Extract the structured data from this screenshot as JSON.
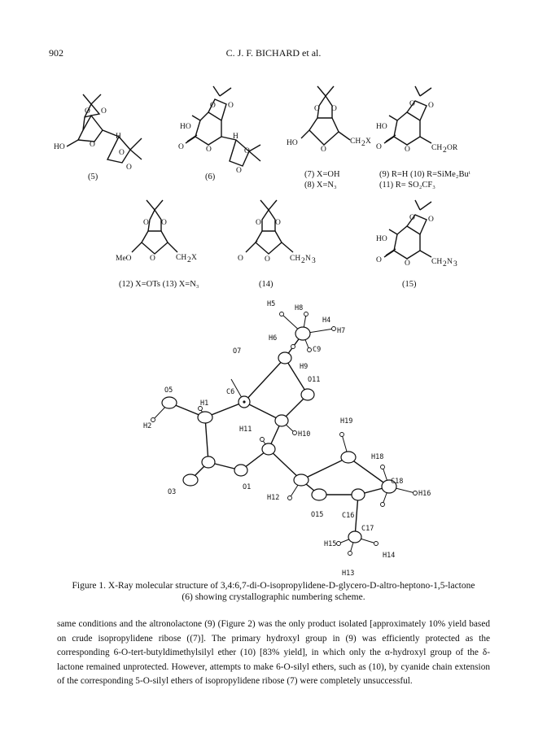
{
  "header": {
    "page_number": "902",
    "running_head": "C. J. F. BICHARD et al."
  },
  "structures": [
    {
      "label": "(5)"
    },
    {
      "label": "(6)"
    },
    {
      "label": "(7) X=OH",
      "label2": "(8) X=N₃"
    },
    {
      "label": "(9) R=H (10) R=SiMe₂Buᵗ",
      "label2": "(11) R= SO₂CF₃"
    },
    {
      "label": "(12) X=OTs (13) X=N₃"
    },
    {
      "label": "(14)"
    },
    {
      "label": "(15)"
    }
  ],
  "xray_labels": [
    "H5",
    "H8",
    "H4",
    "H7",
    "H6",
    "C9",
    "O7",
    "H9",
    "O11",
    "O5",
    "C6",
    "H1",
    "H19",
    "H2",
    "H11",
    "H10",
    "H18",
    "C18",
    "O3",
    "O1",
    "H12",
    "H16",
    "O15",
    "C16",
    "C17",
    "H15",
    "H14",
    "H13"
  ],
  "figure": {
    "caption_line1": "Figure 1. X-Ray molecular structure of 3,4:6,7-di-O-isopropylidene-D-glycero-D-altro-heptono-1,5-lactone",
    "caption_line2": "(6) showing crystallographic numbering scheme."
  },
  "body_text": "same conditions and the altronolactone (9) (Figure 2) was the only product isolated [approximately 10% yield based on crude isopropylidene ribose ((7)]. The primary hydroxyl group in (9) was efficiently protected as the corresponding 6-O-tert-butyldimethylsilyl ether (10) [83% yield], in which only the α-hydroxyl group of the δ-lactone remained unprotected. However, attempts to make 6-O-silyl ethers, such as (10), by cyanide chain extension of the corresponding 5-O-silyl ethers of isopropylidene ribose (7) were completely unsuccessful."
}
